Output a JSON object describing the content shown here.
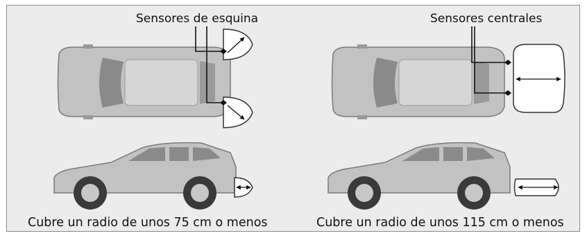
{
  "figure": {
    "left_panel": {
      "heading": "Sensores de esquina",
      "caption": "Cubre un radio de unos 75 cm o menos"
    },
    "right_panel": {
      "heading": "Sensores centrales",
      "caption": "Cubre un radio de unos 115 cm o menos"
    }
  },
  "colors": {
    "background": "#ececec",
    "border": "#8a8a8a",
    "car_body": "#c2c2c2",
    "window": "#8a8a8a",
    "tire": "#3a3a3a",
    "zone_fill": "#ffffff",
    "line": "#111111"
  }
}
